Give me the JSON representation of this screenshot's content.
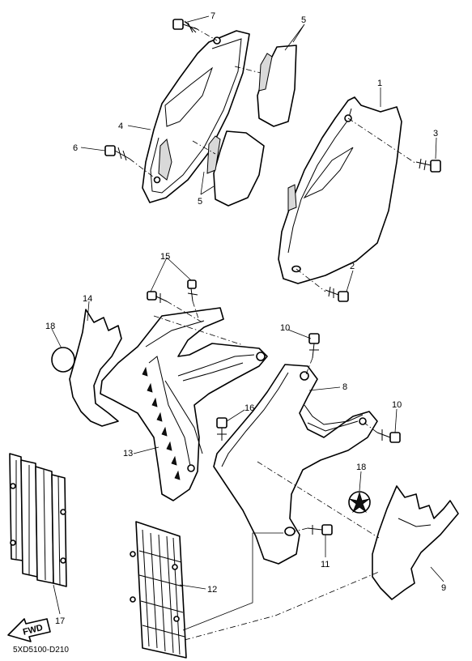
{
  "diagram_code": "5XD5100-D210",
  "fwd_label": "FWD",
  "callouts": [
    {
      "id": "c1",
      "text": "1"
    },
    {
      "id": "c2",
      "text": "2"
    },
    {
      "id": "c3",
      "text": "3"
    },
    {
      "id": "c4",
      "text": "4"
    },
    {
      "id": "c5a",
      "text": "5"
    },
    {
      "id": "c5b",
      "text": "5"
    },
    {
      "id": "c6",
      "text": "6"
    },
    {
      "id": "c7",
      "text": "7"
    },
    {
      "id": "c8",
      "text": "8"
    },
    {
      "id": "c9",
      "text": "9"
    },
    {
      "id": "c10a",
      "text": "10"
    },
    {
      "id": "c10b",
      "text": "10"
    },
    {
      "id": "c11",
      "text": "11"
    },
    {
      "id": "c12",
      "text": "12"
    },
    {
      "id": "c13",
      "text": "13"
    },
    {
      "id": "c14",
      "text": "14"
    },
    {
      "id": "c15",
      "text": "15"
    },
    {
      "id": "c16",
      "text": "16"
    },
    {
      "id": "c17",
      "text": "17"
    },
    {
      "id": "c18a",
      "text": "18"
    },
    {
      "id": "c18b",
      "text": "18"
    }
  ]
}
